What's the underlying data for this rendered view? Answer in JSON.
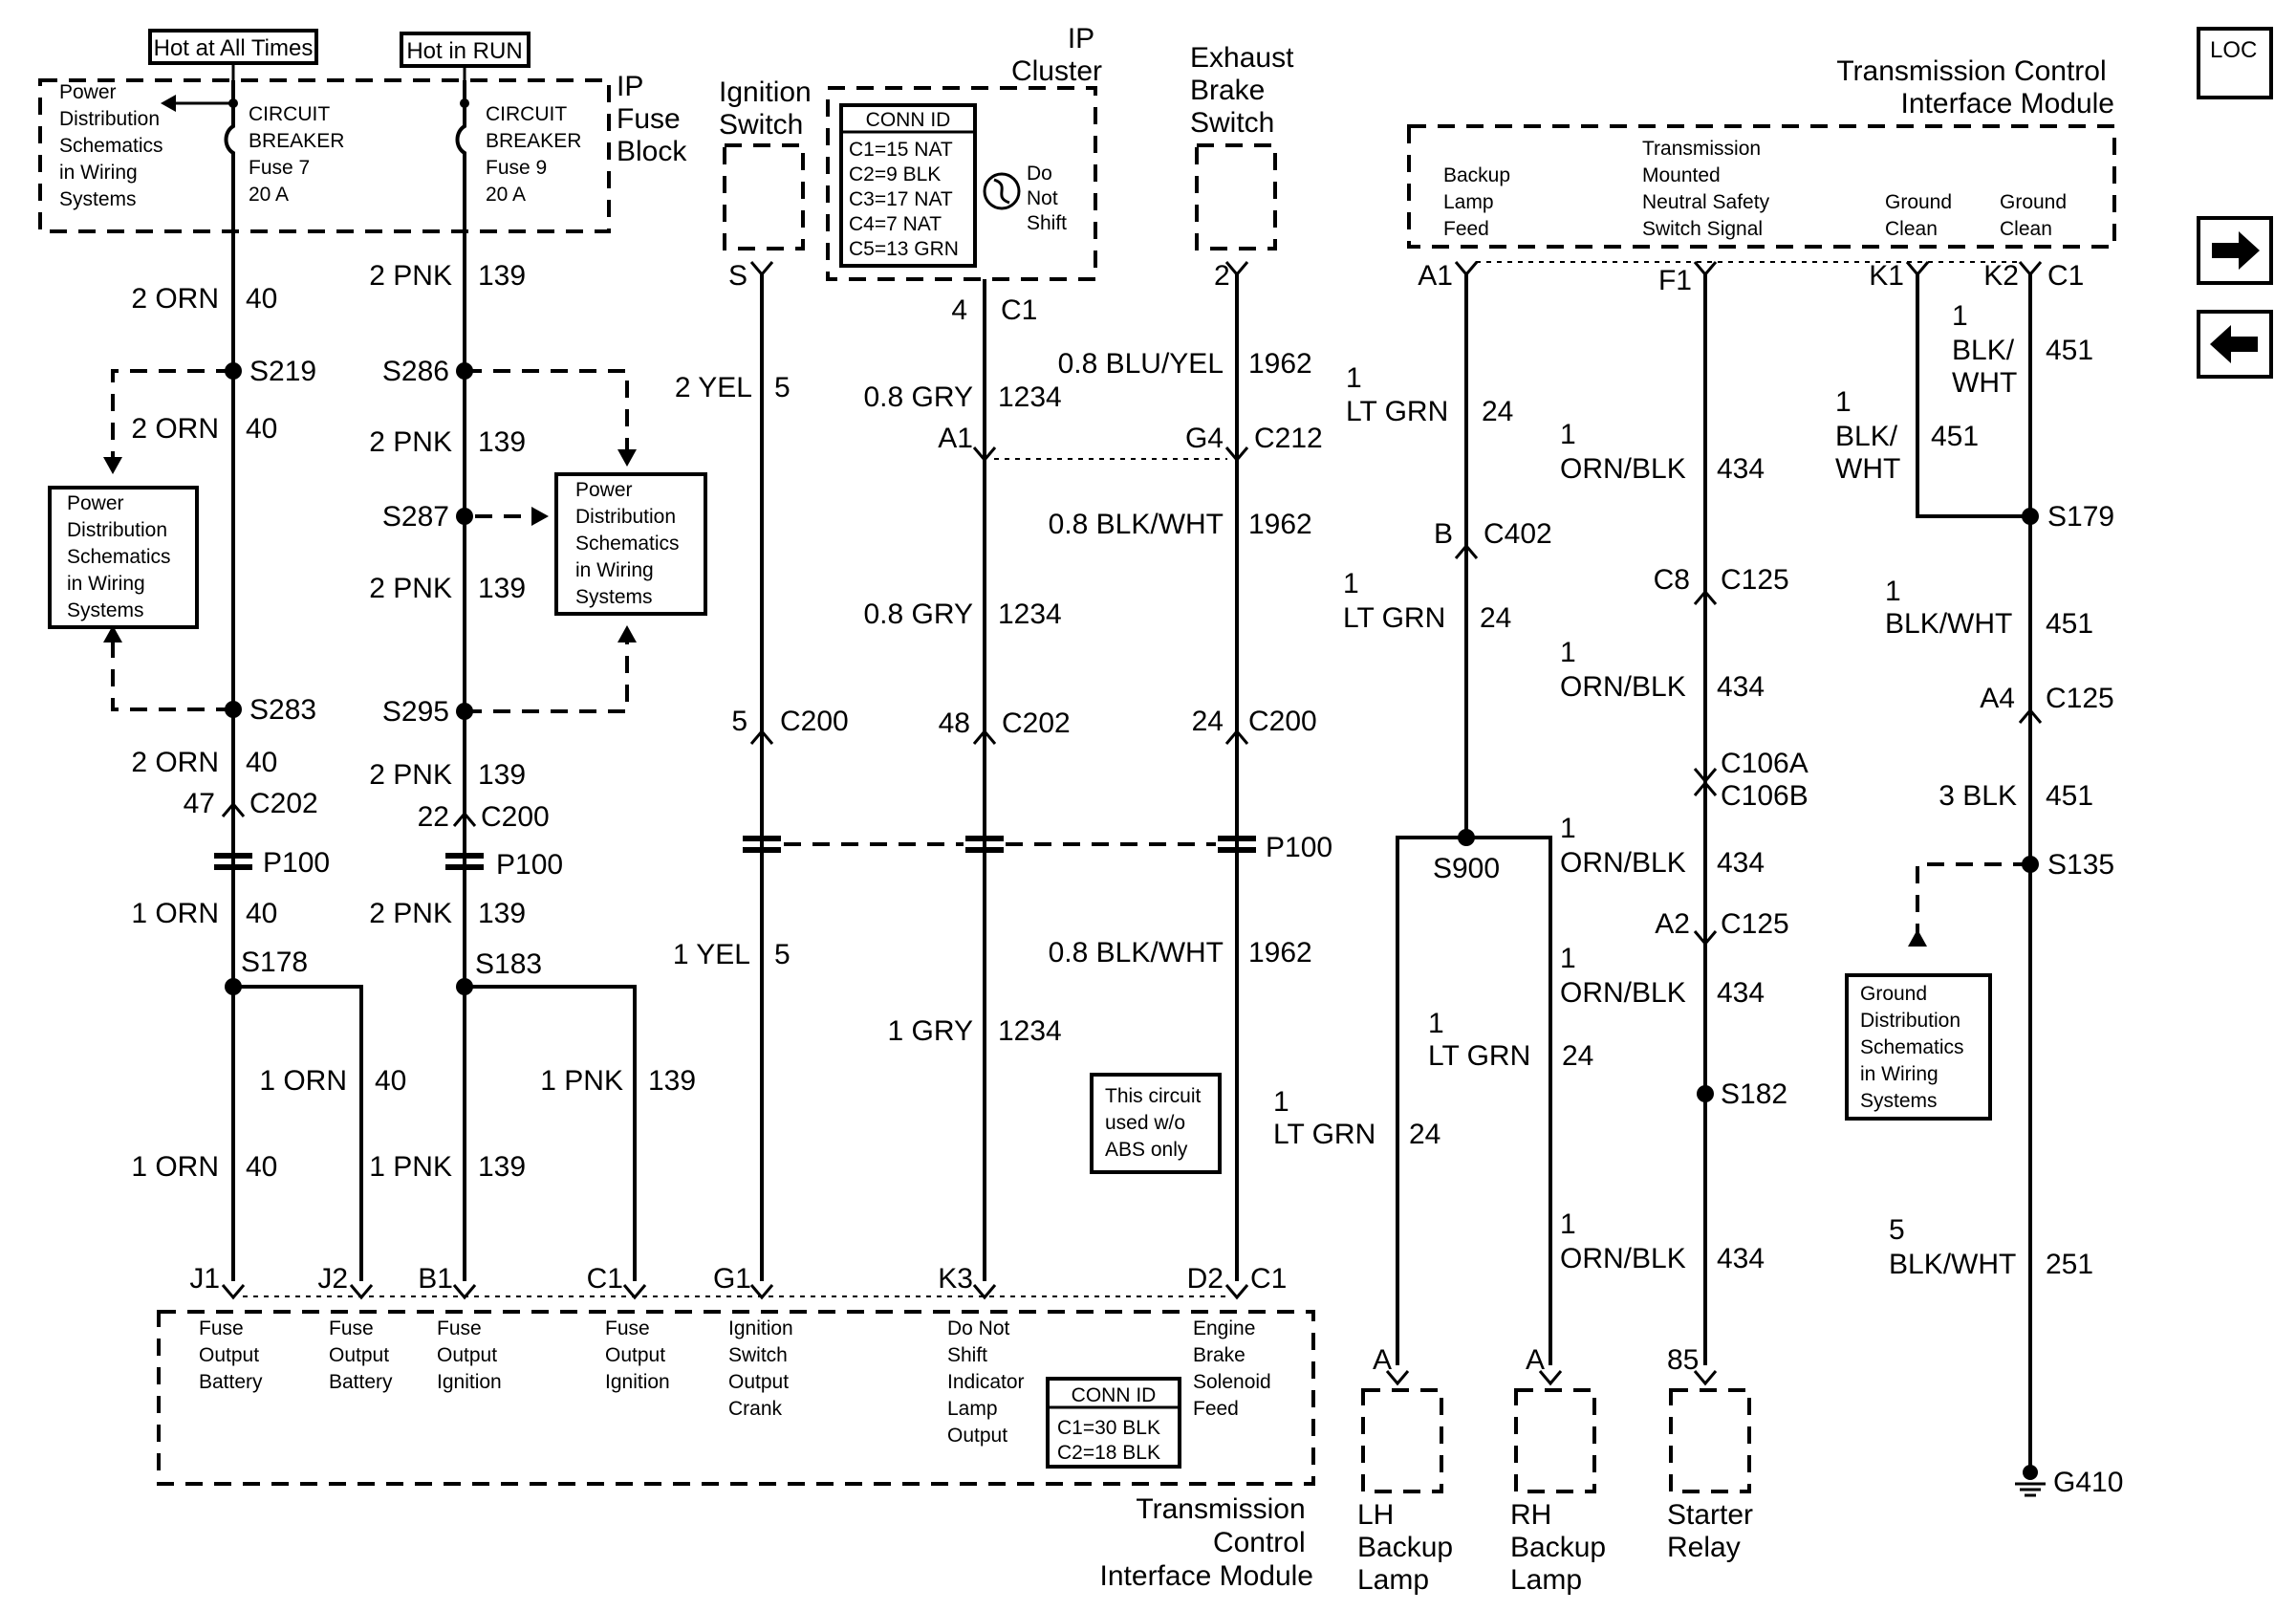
{
  "loc_label": "LOC",
  "power": {
    "hot_all": "Hot at All Times",
    "hot_run": "Hot in RUN"
  },
  "fuse_block": {
    "title_lines": [
      "IP",
      "Fuse",
      "Block"
    ],
    "pds_lines": [
      "Power",
      "Distribution",
      "Schematics",
      "in Wiring",
      "Systems"
    ],
    "breakers": [
      {
        "lines": [
          "CIRCUIT",
          "BREAKER",
          "Fuse 7",
          "20 A"
        ]
      },
      {
        "lines": [
          "CIRCUIT",
          "BREAKER",
          "Fuse 9",
          "20 A"
        ]
      }
    ]
  },
  "ignition_switch": {
    "title_lines": [
      "Ignition",
      "Switch"
    ],
    "pin": "S"
  },
  "ip_cluster": {
    "title_lines": [
      "IP",
      "Cluster"
    ],
    "conn_id_title": "CONN ID",
    "conn_ids": [
      "C1=15 NAT",
      "C2=9 BLK",
      "C3=17 NAT",
      "C4=7 NAT",
      "C5=13 GRN"
    ],
    "indicator_lines": [
      "Do",
      "Not",
      "Shift"
    ],
    "pin": "4",
    "conn": "C1"
  },
  "exhaust_switch": {
    "title_lines": [
      "Exhaust",
      "Brake",
      "Switch"
    ],
    "pin": "2"
  },
  "tcim_top": {
    "title_lines": [
      "Transmission Control",
      "Interface Module"
    ],
    "pins": [
      {
        "lines": [
          "Backup",
          "Lamp",
          "Feed"
        ]
      },
      {
        "lines": [
          "Transmission",
          "Mounted",
          "Neutral Safety",
          "Switch Signal"
        ]
      },
      {
        "lines": [
          "Ground",
          "Clean"
        ]
      },
      {
        "lines": [
          "Ground",
          "Clean"
        ]
      }
    ],
    "pin_labels": [
      "A1",
      "F1",
      "K1",
      "K2",
      "C1"
    ]
  },
  "wires": {
    "w1a": [
      "2 ORN",
      "40"
    ],
    "w1b": [
      "2 ORN",
      "40"
    ],
    "w1c": [
      "2 ORN",
      "40"
    ],
    "w1d": [
      "1 ORN",
      "40"
    ],
    "w1e": [
      "1 ORN",
      "40"
    ],
    "w1f": [
      "1 ORN",
      "40"
    ],
    "w2a": [
      "2 PNK",
      "139"
    ],
    "w2b": [
      "2 PNK",
      "139"
    ],
    "w2c": [
      "2 PNK",
      "139"
    ],
    "w2d": [
      "2 PNK",
      "139"
    ],
    "w2e": [
      "2 PNK",
      "139"
    ],
    "w2f": [
      "1 PNK",
      "139"
    ],
    "w2g": [
      "1 PNK",
      "139"
    ],
    "w3a": [
      "2 YEL",
      "5"
    ],
    "w3b": [
      "1 YEL",
      "5"
    ],
    "w4a": [
      "0.8 GRY",
      "1234"
    ],
    "w4b": [
      "0.8 GRY",
      "1234"
    ],
    "w4c": [
      "1 GRY",
      "1234"
    ],
    "w5a": [
      "0.8 BLU/YEL",
      "1962"
    ],
    "w5b": [
      "0.8 BLK/WHT",
      "1962"
    ],
    "w5c": [
      "0.8 BLK/WHT",
      "1962"
    ],
    "w6a": [
      "1",
      "LT GRN",
      "24"
    ],
    "w6b": [
      "1",
      "LT GRN",
      "24"
    ],
    "w6c": [
      "1",
      "LT GRN",
      "24"
    ],
    "w6d": [
      "1",
      "LT GRN",
      "24"
    ],
    "w7a": [
      "1",
      "ORN/BLK",
      "434"
    ],
    "w7b": [
      "1",
      "ORN/BLK",
      "434"
    ],
    "w7c": [
      "1",
      "ORN/BLK",
      "434"
    ],
    "w7d": [
      "1",
      "ORN/BLK",
      "434"
    ],
    "w7e": [
      "1",
      "ORN/BLK",
      "434"
    ],
    "w8a": [
      "1",
      "BLK/",
      "WHT",
      "451"
    ],
    "w8b": [
      "1",
      "BLK/",
      "WHT",
      "451"
    ],
    "w8c": [
      "1",
      "BLK/WHT",
      "451"
    ],
    "w8d": [
      "3 BLK",
      "451"
    ],
    "w8e": [
      "5",
      "BLK/WHT",
      "251"
    ]
  },
  "splices": {
    "s219": "S219",
    "s283": "S283",
    "s178": "S178",
    "s286": "S286",
    "s287": "S287",
    "s295": "S295",
    "s183": "S183",
    "s900": "S900",
    "s182": "S182",
    "s179": "S179",
    "s135": "S135"
  },
  "connectors": {
    "c202a": [
      "47",
      "C202"
    ],
    "c200a": [
      "22",
      "C200"
    ],
    "c200b": [
      "5",
      "C200"
    ],
    "c202b": [
      "48",
      "C202"
    ],
    "c200c": [
      "24",
      "C200"
    ],
    "c212": [
      "A1",
      "G4",
      "C212"
    ],
    "c402": [
      "B",
      "C402"
    ],
    "c125a": [
      "C8",
      "C125"
    ],
    "c106": [
      "C106A",
      "C106B"
    ],
    "c125b": [
      "A2",
      "C125"
    ],
    "c125c": [
      "A4",
      "C125"
    ],
    "p100": "P100"
  },
  "ref_boxes": {
    "pds_left": [
      "Power",
      "Distribution",
      "Schematics",
      "in Wiring",
      "Systems"
    ],
    "pds_center": [
      "Power",
      "Distribution",
      "Schematics",
      "in Wiring",
      "Systems"
    ],
    "ground_dist": [
      "Ground",
      "Distribution",
      "Schematics",
      "in Wiring",
      "Systems"
    ],
    "abs_note": [
      "This circuit",
      "used w/o",
      "ABS only"
    ]
  },
  "tcim_bottom": {
    "pin_labels": [
      "J1",
      "J2",
      "B1",
      "C1",
      "G1",
      "K3",
      "D2",
      "C1"
    ],
    "pins": [
      {
        "lines": [
          "Fuse",
          "Output",
          "Battery"
        ]
      },
      {
        "lines": [
          "Fuse",
          "Output",
          "Battery"
        ]
      },
      {
        "lines": [
          "Fuse",
          "Output",
          "Ignition"
        ]
      },
      {
        "lines": [
          "Fuse",
          "Output",
          "Ignition"
        ]
      },
      {
        "lines": [
          "Ignition",
          "Switch",
          "Output",
          "Crank"
        ]
      },
      {
        "lines": [
          "Do Not",
          "Shift",
          "Indicator",
          "Lamp",
          "Output"
        ]
      },
      {
        "lines": [
          "Engine",
          "Brake",
          "Solenoid",
          "Feed"
        ]
      }
    ],
    "conn_id_title": "CONN ID",
    "conn_ids": [
      "C1=30 BLK",
      "C2=18 BLK"
    ],
    "title_lines": [
      "Transmission",
      "Control",
      "Interface Module"
    ]
  },
  "loads": {
    "lh": {
      "pin": "A",
      "lines": [
        "LH",
        "Backup",
        "Lamp"
      ]
    },
    "rh": {
      "pin": "A",
      "lines": [
        "RH",
        "Backup",
        "Lamp"
      ]
    },
    "starter": {
      "pin": "85",
      "lines": [
        "Starter",
        "Relay"
      ]
    }
  },
  "ground": "G410",
  "nav": {
    "next": "next-arrow",
    "prev": "prev-arrow"
  }
}
